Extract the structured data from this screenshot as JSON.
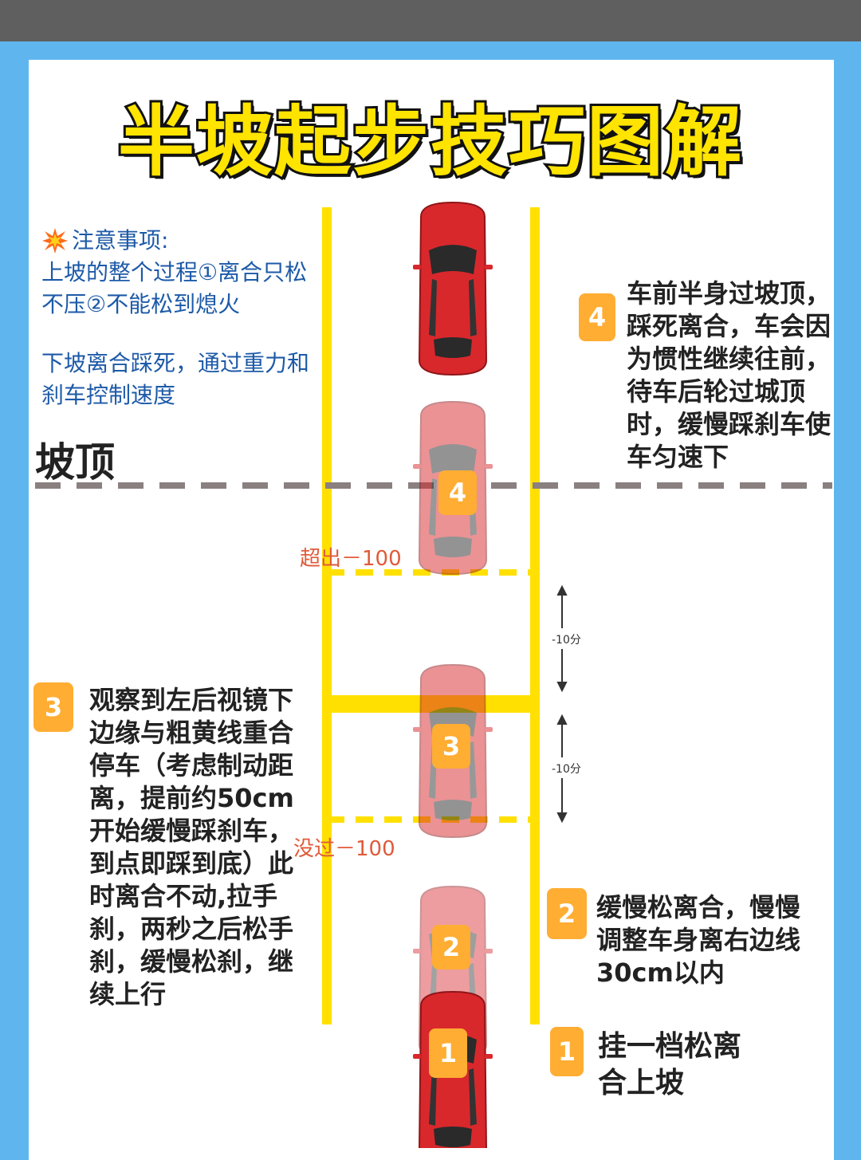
{
  "title": "半坡起步技巧图解",
  "note": {
    "icon": "collision-icon",
    "heading": "注意事项:",
    "line1": "上坡的整个过程①离合只松不压②不能松到熄火",
    "line2": "下坡离合踩死，通过重力和刹车控制速度"
  },
  "ding_label": "坡顶",
  "steps": [
    {
      "num": "1",
      "text": "挂一档松离合上坡"
    },
    {
      "num": "2",
      "text": "缓慢松离合，慢慢调整车身离右边线30cm以内"
    },
    {
      "num": "3",
      "text": "观察到左后视镜下边缘与粗黄线重合停车（考虑制动距离，提前约50cm开始缓慢踩刹车，到点即踩到底）此时离合不动,拉手刹，两秒之后松手刹，缓慢松刹，继续上行"
    },
    {
      "num": "4",
      "text": "车前半身过坡顶，踩死离合，车会因为惯性继续往前，待车后轮过城顶时，缓慢踩刹车使车匀速下"
    }
  ],
  "car_badges": [
    "1",
    "2",
    "3",
    "4"
  ],
  "dim_labels": {
    "over": "超出－100",
    "under": "没过－100"
  },
  "range_labels": [
    "-10分",
    "-10分"
  ],
  "colors": {
    "yellow": "#ffe000",
    "badge": "#ffad33",
    "car": "#d8282c",
    "note_text": "#1d5aa8",
    "dim_text": "#e05a3a"
  }
}
